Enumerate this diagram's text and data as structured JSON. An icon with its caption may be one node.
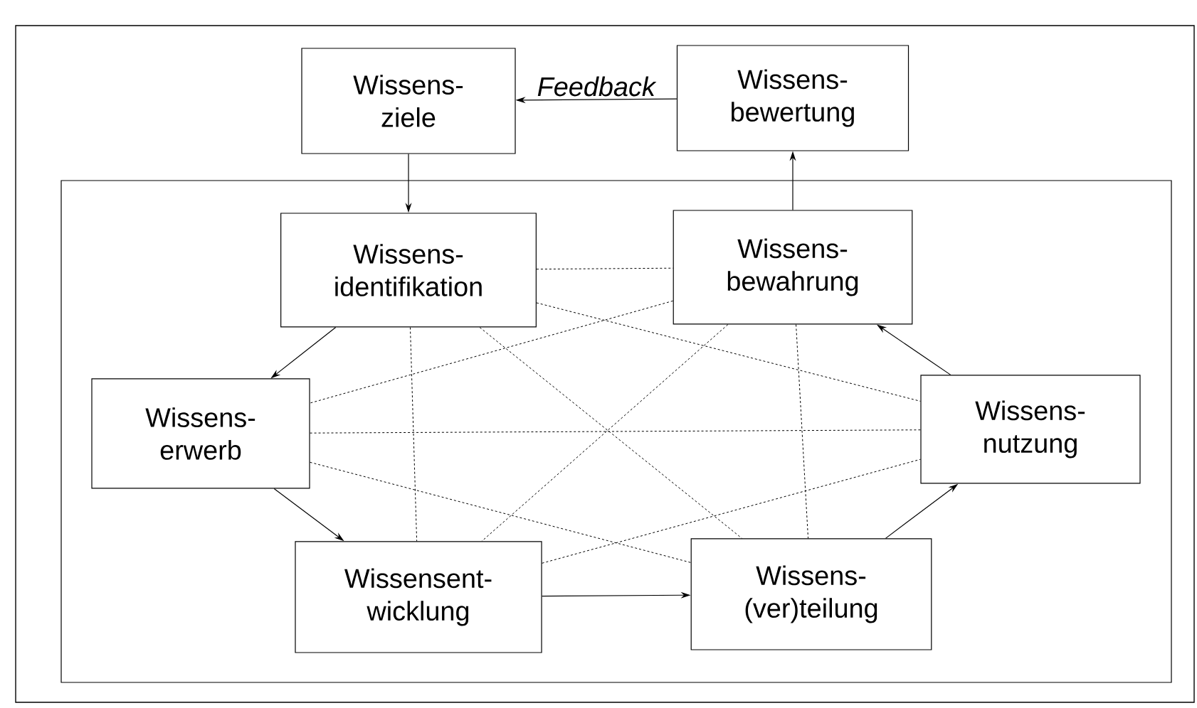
{
  "diagram": {
    "nodes": [
      {
        "text": [
          "Wissens- ziele"
        ]
      },
      {
        "text": [
          "Wissens- bewertung"
        ]
      },
      {
        "text": [],
        "shape": "box"
      },
      {
        "text": [
          "Wissens- identifikation"
        ],
        "in": 2
      },
      {
        "text": [
          "Wissens- bewahrung"
        ],
        "in": 2
      },
      {
        "text": [
          "Wissens- erwerb"
        ],
        "in": 2
      },
      {
        "text": [
          "Wissens- nutzung"
        ],
        "in": 2
      },
      {
        "text": [
          "Wissensent- wicklung"
        ],
        "in": 2
      },
      {
        "text": [
          "Wissens- (ver)teilung"
        ],
        "in": 2
      }
    ],
    "edges": [
      {
        "from": 1,
        "to": 0,
        "arrow": "to",
        "label": "Feedback"
      },
      {
        "from": 0,
        "to": 3,
        "arrow": "to"
      },
      {
        "from": 4,
        "to": 1,
        "arrow": "to"
      },
      {
        "from": 3,
        "to": 5,
        "arrow": "to"
      },
      {
        "from": 5,
        "to": 7,
        "arrow": "to"
      },
      {
        "from": 7,
        "to": 8,
        "arrow": "to"
      },
      {
        "from": 8,
        "to": 6,
        "arrow": "to"
      },
      {
        "from": 6,
        "to": 4,
        "arrow": "to"
      },
      {
        "from": 3,
        "to": 4,
        "arrow": "none",
        "style": "dashed"
      },
      {
        "from": 3,
        "to": 7,
        "arrow": "none",
        "style": "dashed"
      },
      {
        "from": 3,
        "to": 8,
        "arrow": "none",
        "style": "dashed"
      },
      {
        "from": 3,
        "to": 6,
        "arrow": "none",
        "style": "dashed"
      },
      {
        "from": 4,
        "to": 5,
        "arrow": "none",
        "style": "dashed"
      },
      {
        "from": 4,
        "to": 7,
        "arrow": "none",
        "style": "dashed"
      },
      {
        "from": 4,
        "to": 8,
        "arrow": "none",
        "style": "dashed"
      },
      {
        "from": 5,
        "to": 6,
        "arrow": "none",
        "style": "dashed"
      },
      {
        "from": 5,
        "to": 8,
        "arrow": "none",
        "style": "dashed"
      },
      {
        "from": 7,
        "to": 6,
        "arrow": "none",
        "style": "dashed"
      }
    ]
  }
}
